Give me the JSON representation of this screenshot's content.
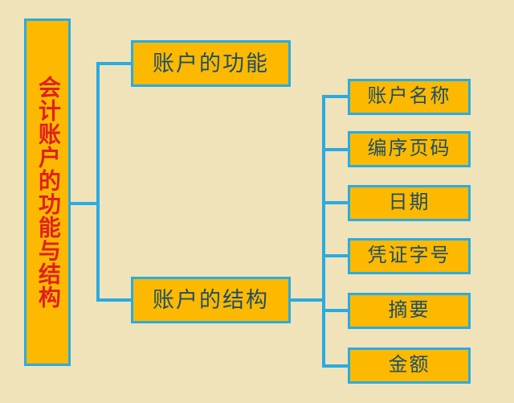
{
  "diagram": {
    "title": "会计账户的功能与结构",
    "background_color": "#f0e3b9",
    "box_fill_color": "#fcb900",
    "box_border_color": "#2aabe2",
    "connector_color": "#2aabe2",
    "root_text_color": "#e02020",
    "node_text_color": "#1f4e66",
    "root": {
      "label": "会计账户的功能与结构",
      "orientation": "vertical"
    },
    "level2": [
      {
        "label": "账户的功能"
      },
      {
        "label": "账户的结构"
      }
    ],
    "level3": [
      {
        "label": "账户名称"
      },
      {
        "label": "编序页码"
      },
      {
        "label": "日期"
      },
      {
        "label": "凭证字号"
      },
      {
        "label": "摘要"
      },
      {
        "label": "金额"
      }
    ]
  }
}
